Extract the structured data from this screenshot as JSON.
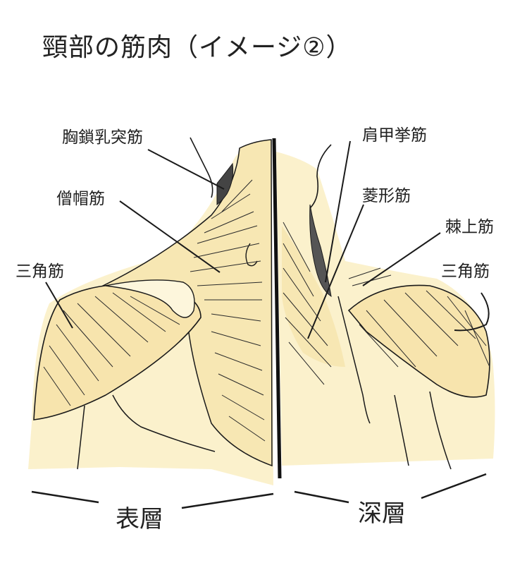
{
  "title": "頸部の筋肉（イメージ②）",
  "labels": {
    "scm": "胸鎖乳突筋",
    "trapezius": "僧帽筋",
    "deltoid_left": "三角筋",
    "levator": "肩甲挙筋",
    "rhomboid": "菱形筋",
    "supraspinatus": "棘上筋",
    "deltoid_right": "三角筋"
  },
  "bottom": {
    "superficial": "表層",
    "deep": "深層"
  },
  "colors": {
    "muscle_fill": "#f8edc2",
    "muscle_pale": "#fdf6dc",
    "outline": "#1a1a1a",
    "shadow": "#7a7a7a",
    "accent_pink": "#f4c9c9"
  }
}
